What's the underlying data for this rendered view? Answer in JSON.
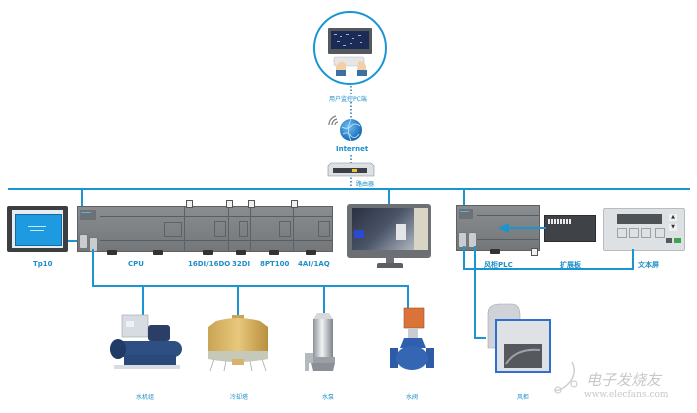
{
  "top": {
    "pc_label": "用户监控PC端",
    "internet_label": "Internet",
    "router_label": "路由器"
  },
  "plc_main": {
    "hmi_label": "Tp10",
    "cpu_label": "CPU",
    "modules": [
      {
        "label": "16DI/16DO"
      },
      {
        "label": "32DI"
      },
      {
        "label": "8PT100"
      },
      {
        "label": "4AI/1AQ"
      }
    ]
  },
  "ahu": {
    "plc_label": "风柜PLC",
    "expansion_label": "扩展板",
    "text_display_label": "文本屏",
    "text_display_buttons": [
      "▲",
      "▼"
    ]
  },
  "equipment": [
    {
      "label": "水机组"
    },
    {
      "label": "冷却塔"
    },
    {
      "label": "水泵"
    },
    {
      "label": "水阀"
    },
    {
      "label": "风柜"
    }
  ],
  "watermark": {
    "brand": "电子发烧友",
    "url": "www.elecfans.com"
  },
  "colors": {
    "wire": "#1a95d1",
    "label": "#1f8fc8",
    "hmi_screen": "#1e9be0"
  }
}
